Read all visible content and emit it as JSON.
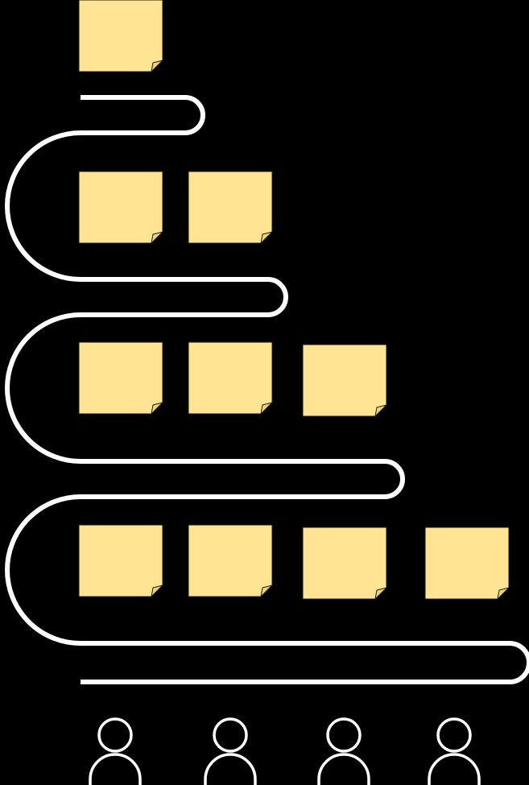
{
  "colors": {
    "background": "#000000",
    "note_fill": "#FFE593",
    "note_stroke": "#1a1a1a",
    "line": "#FFFFFF"
  },
  "icons": {
    "note": "sticky-note-icon",
    "person": "person-icon"
  },
  "rows": [
    {
      "notes": 1
    },
    {
      "notes": 2
    },
    {
      "notes": 3
    },
    {
      "notes": 4
    }
  ],
  "people": {
    "count": 4
  }
}
